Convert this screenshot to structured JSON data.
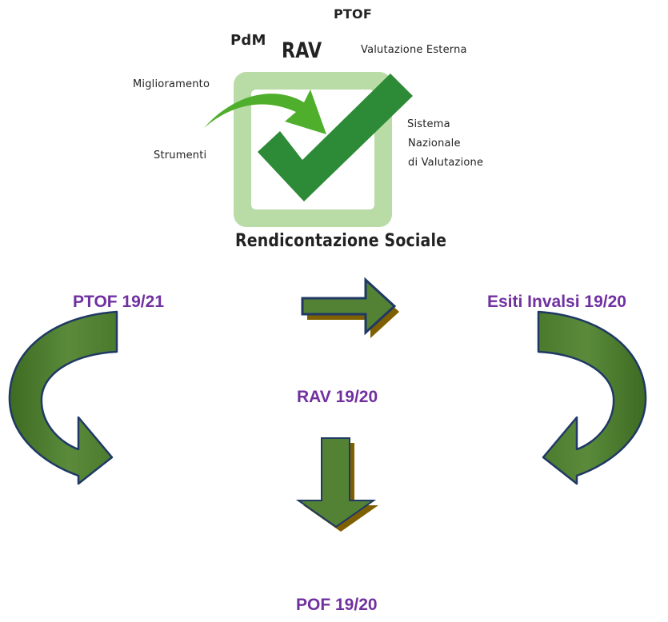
{
  "logo": {
    "pdm": "PdM",
    "rav": "RAV",
    "ptof": "PTOF",
    "valutazione_esterna": "Valutazione Esterna",
    "miglioramento": "Miglioramento",
    "strumenti": "Strumenti",
    "sistema_line1": "Sistema",
    "sistema_line2": "Nazionale",
    "sistema_line3": "di Valutazione",
    "rendicontazione": "Rendicontazione Sociale"
  },
  "flow": {
    "ptof": "PTOF 19/21",
    "invalsi": "Esiti Invalsi 19/20",
    "rav": "RAV 19/20",
    "pof": "POF 19/20"
  },
  "colors": {
    "label": "#7030a0",
    "arrow_fill": "#548235",
    "arrow_outline": "#1f3864",
    "logo_box": "#a9d18e",
    "check": "#2e8b3a",
    "swoosh": "#5cb82e"
  }
}
